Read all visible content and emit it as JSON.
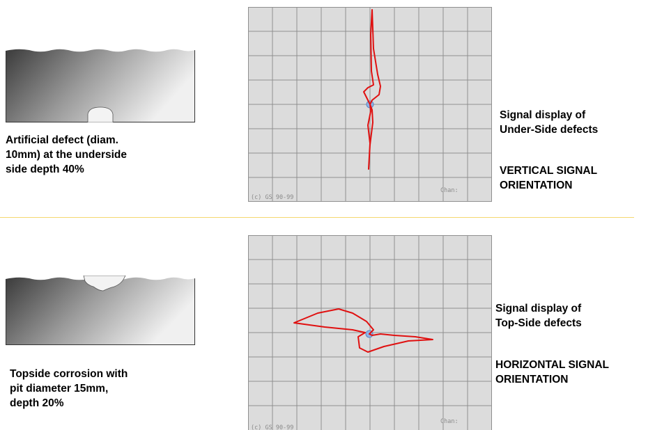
{
  "colors": {
    "grid_background": "#dcdcdc",
    "grid_line": "#8f8f8f",
    "signal_trace": "#e01010",
    "center_marker": "#8fb4e6",
    "separator": "#f5d76e",
    "specimen_dark": "#3a3a3a",
    "specimen_light": "#f0f0f0"
  },
  "scope_labels": {
    "copyright": "(c) GS 90-99",
    "channel": "Chan:"
  },
  "sections": [
    {
      "defect_type": "underside",
      "caption_lines": [
        "Artificial defect (diam.",
        "10mm) at the underside",
        "side depth 40%"
      ],
      "signal_title_lines": [
        "Signal display of",
        "Under-Side defects"
      ],
      "orientation_lines": [
        "VERTICAL SIGNAL",
        "ORIENTATION"
      ]
    },
    {
      "defect_type": "topside",
      "caption_lines": [
        "Topside corrosion with",
        "pit diameter 15mm,",
        "depth 20%"
      ],
      "signal_title_lines": [
        "Signal display of",
        "Top-Side defects"
      ],
      "orientation_lines": [
        "HORIZONTAL SIGNAL",
        "ORIENTATION"
      ]
    }
  ]
}
